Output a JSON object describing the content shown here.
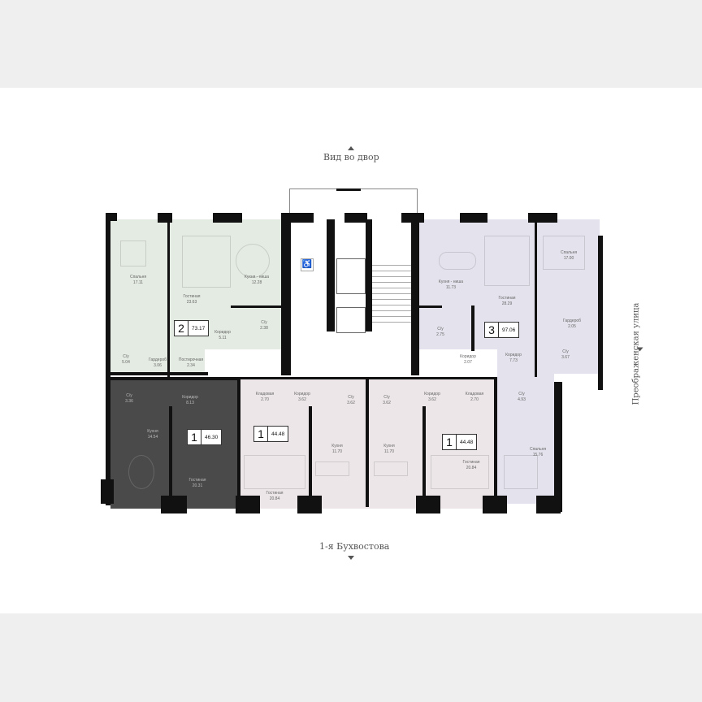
{
  "directions": {
    "top": "Вид во двор",
    "bottom": "1-я Бухвостова",
    "right": "Преображенская улица"
  },
  "colors": {
    "apt2": "#e4ebe2",
    "apt3": "#e4e2ec",
    "apt1_dark": "#4a4a4a",
    "apt1_pink": "#ece6e8",
    "apt1_pink2": "#ece6e8",
    "common": "#ffffff",
    "walls": "#111111",
    "page_bg": "#efefef"
  },
  "apartments": [
    {
      "id": "apt-2",
      "rooms": "2",
      "area": "73.17",
      "room_list": [
        {
          "name": "Спальня",
          "area": "17.11"
        },
        {
          "name": "Гостиная",
          "area": "23.63"
        },
        {
          "name": "Кухня - ниша",
          "area": "12.28"
        },
        {
          "name": "С/у",
          "area": "2.38"
        },
        {
          "name": "Коридор",
          "area": "5.11"
        },
        {
          "name": "С/у",
          "area": "5.04"
        },
        {
          "name": "Гардероб",
          "area": "3.06"
        },
        {
          "name": "Постирочная",
          "area": "2.34"
        }
      ]
    },
    {
      "id": "apt-3",
      "rooms": "3",
      "area": "97.06",
      "room_list": [
        {
          "name": "Кухня - ниша",
          "area": "11.73"
        },
        {
          "name": "Гостиная",
          "area": "28.29"
        },
        {
          "name": "Спальня",
          "area": "17.00"
        },
        {
          "name": "С/у",
          "area": "2.75"
        },
        {
          "name": "Гардероб",
          "area": "2.05"
        },
        {
          "name": "С/у",
          "area": "3.67"
        },
        {
          "name": "Коридор",
          "area": "2.07"
        },
        {
          "name": "Коридор",
          "area": "7.73"
        },
        {
          "name": "С/у",
          "area": "4.93"
        },
        {
          "name": "Спальня",
          "area": "15.76"
        }
      ]
    },
    {
      "id": "apt-1-dark",
      "rooms": "1",
      "area": "46.30",
      "room_list": [
        {
          "name": "С/у",
          "area": "3.36"
        },
        {
          "name": "Коридор",
          "area": "8.13"
        },
        {
          "name": "Кухня",
          "area": "14.54"
        },
        {
          "name": "Гостиная",
          "area": "20.31"
        }
      ]
    },
    {
      "id": "apt-1-a",
      "rooms": "1",
      "area": "44.48",
      "room_list": [
        {
          "name": "Кладовая",
          "area": "2.70"
        },
        {
          "name": "Коридор",
          "area": "3.62"
        },
        {
          "name": "С/у",
          "area": "3.62"
        },
        {
          "name": "Кухня",
          "area": "11.70"
        },
        {
          "name": "Гостиная",
          "area": "20.84"
        }
      ]
    },
    {
      "id": "apt-1-b",
      "rooms": "1",
      "area": "44.48",
      "room_list": [
        {
          "name": "С/у",
          "area": "3.62"
        },
        {
          "name": "Коридор",
          "area": "3.62"
        },
        {
          "name": "Кладовая",
          "area": "2.70"
        },
        {
          "name": "Кухня",
          "area": "11.70"
        },
        {
          "name": "Гостиная",
          "area": "20.84"
        }
      ]
    }
  ]
}
